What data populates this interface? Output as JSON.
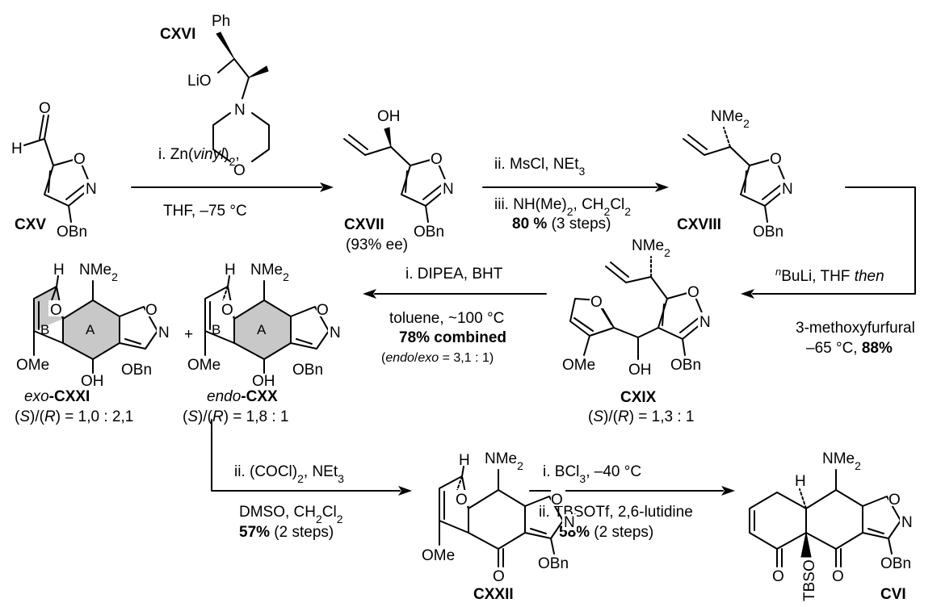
{
  "compounds": {
    "cxv": "CXV",
    "cxvi": "CXVI",
    "cxvii": "CXVII",
    "cxvii_ee": "(93% ee)",
    "cxviii": "CXVIII",
    "cxix": "CXIX",
    "cxix_ratio": "(S)/(R) = 1,3 : 1",
    "cxxi": "exo-CXXI",
    "cxxi_ratio": "(S)/(R) = 1,0 : 2,1",
    "cxx": "endo-CXX",
    "cxx_ratio": "(S)/(R) = 1,8 : 1",
    "cxxii": "CXXII",
    "cvi": "CVI"
  },
  "atoms": {
    "O": "O",
    "N": "N",
    "H": "H",
    "Ph": "Ph",
    "LiO": "LiO",
    "OH": "OH",
    "OBn": "OBn",
    "OMe": "OMe",
    "NMe2": "NMe2",
    "OTBS": "TBSO",
    "ringA": "A",
    "ringB": "B",
    "plus": "+"
  },
  "conditions": {
    "step1_top": "i. Zn(vinyl)2,",
    "step1_bottom": "THF, –75 °C",
    "step2_top": "ii. MsCl, NEt3",
    "step2_mid": "iii. NH(Me)2, CH2Cl2",
    "step2_yield": "80 % (3 steps)",
    "step3_top": "nBuLi, THF then",
    "step3_mid": "3-methoxyfurfural",
    "step3_bottom": "–65 °C, 88%",
    "step4_top": "i. DIPEA, BHT",
    "step4_mid": "toluene, ~100 °C",
    "step4_yield": "78% combined",
    "step4_ratio": "(endo/exo = 3,1 : 1)",
    "step5_top": "ii. (COCl)2, NEt3",
    "step5_mid": "DMSO, CH2Cl2",
    "step5_yield": "57% (2 steps)",
    "step6_top": "i. BCl3, –40 °C",
    "step6_mid": "ii. TBSOTf, 2,6-lutidine",
    "step6_yield": "58% (2 steps)"
  }
}
